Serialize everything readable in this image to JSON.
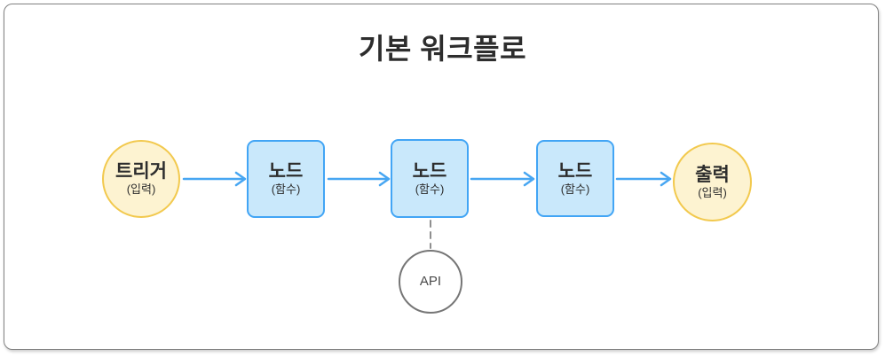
{
  "title": "기본 워크플로",
  "diagram": {
    "trigger": {
      "label": "트리거",
      "sublabel": "(입력)"
    },
    "nodes": [
      {
        "label": "노드",
        "sublabel": "(함수)"
      },
      {
        "label": "노드",
        "sublabel": "(함수)"
      },
      {
        "label": "노드",
        "sublabel": "(함수)"
      }
    ],
    "output": {
      "label": "출력",
      "sublabel": "(입력)"
    },
    "api": {
      "label": "API"
    }
  },
  "colors": {
    "arrow": "#47a6f2",
    "node_fill": "#c9e8fb",
    "node_border": "#42a5f5",
    "circle_fill": "#fdf3d1",
    "circle_border": "#f2c94e",
    "dashed_line": "#8f8f8f",
    "api_border": "#767676",
    "frame_border": "#828282",
    "text_primary": "#2d2d2d",
    "api_text": "#4a4a4a"
  }
}
